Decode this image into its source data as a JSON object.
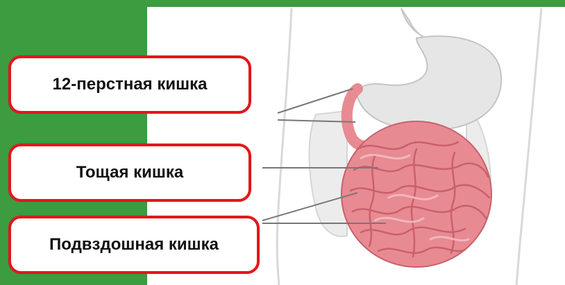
{
  "labels": {
    "duodenum": "12-перстная кишка",
    "jejunum": "Тощая кишка",
    "ileum": "Подвздошная кишка"
  },
  "colors": {
    "background_green": "#3d9b40",
    "box_border": "#e3161b",
    "intestine": "#e88a92",
    "stomach": "#e4e4e4",
    "leader_line": "#777777"
  }
}
